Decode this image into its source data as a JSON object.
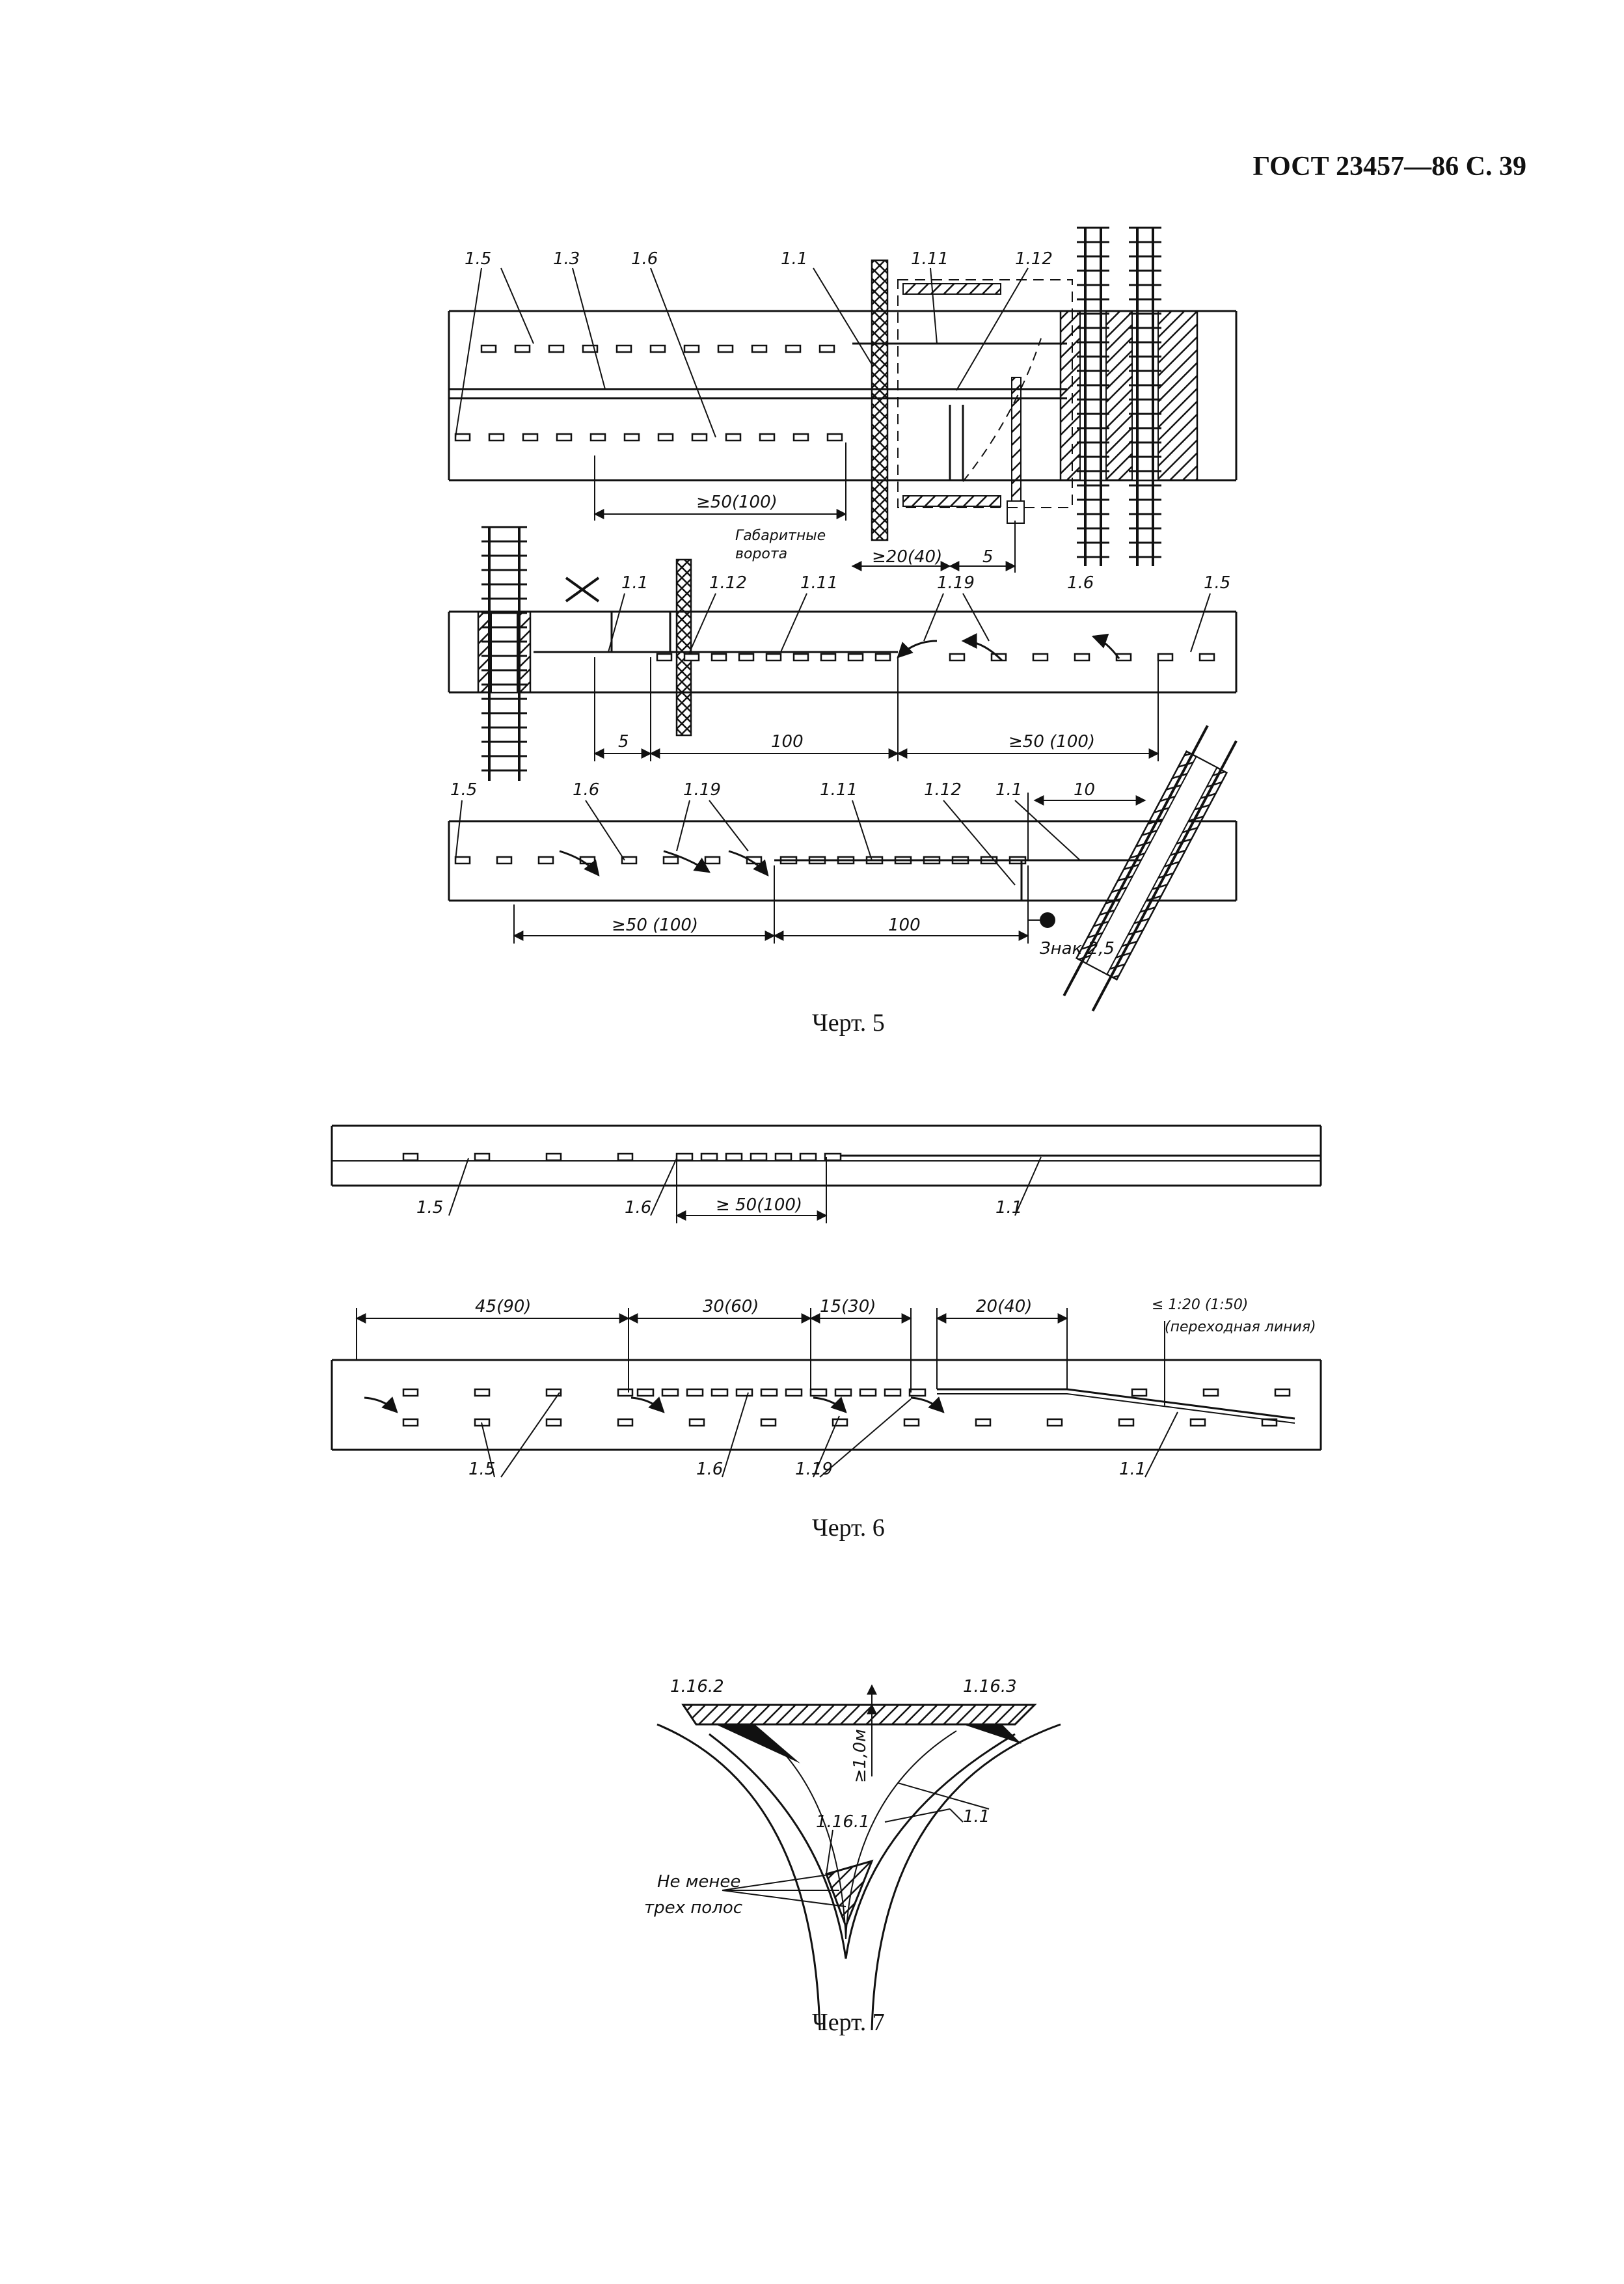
{
  "page": {
    "header": "ГОСТ 23457—86 С. 39"
  },
  "figure5": {
    "caption": "Черт. 5",
    "top": {
      "labels": [
        "1.5",
        "1.3",
        "1.6",
        "1.1",
        "1.11",
        "1.12"
      ],
      "dim_main": "≥50(100)",
      "dim_gate": "≥20(40)",
      "dim_small": "5",
      "gate_label_line1": "Габаритные",
      "gate_label_line2": "ворота"
    },
    "middle": {
      "labels": [
        "1.1",
        "1.12",
        "1.11",
        "1.19",
        "1.6",
        "1.5"
      ],
      "dim_a": "5",
      "dim_b": "100",
      "dim_c": "≥50 (100)"
    },
    "bottom": {
      "labels": [
        "1.5",
        "1.6",
        "1.19",
        "1.11",
        "1.12",
        "1.1"
      ],
      "dim_top": "10",
      "dim_a": "≥50 (100)",
      "dim_b": "100",
      "sign_label": "Знак 2,5"
    }
  },
  "figure6": {
    "caption": "Черт. 6",
    "top": {
      "labels": [
        "1.5",
        "1.6",
        "1.1"
      ],
      "dim": "≥ 50(100)"
    },
    "bottom": {
      "dims": [
        "45(90)",
        "30(60)",
        "15(30)",
        "20(40)"
      ],
      "ratio_label": "≤ 1:20 (1:50)",
      "transition_label": "(переходная линия)",
      "labels": [
        "1.5",
        "1.6",
        "1.19",
        "1.1"
      ]
    }
  },
  "figure7": {
    "caption": "Черт. 7",
    "labels": [
      "1.16.2",
      "1.16.3",
      "1.16.1",
      "1.1"
    ],
    "dim": "≥1,0м",
    "note_line1": "Не менее",
    "note_line2": "трех полос"
  }
}
